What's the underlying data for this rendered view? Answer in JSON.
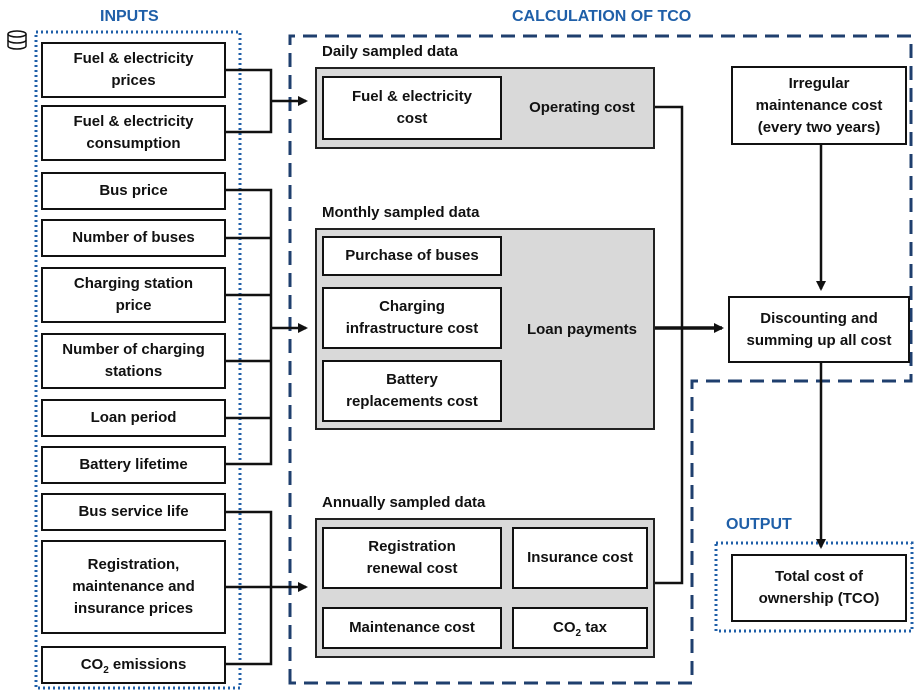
{
  "sections": {
    "inputs": "INPUTS",
    "calculation": "CALCULATION OF TCO",
    "output": "OUTPUT"
  },
  "inputs": [
    "Fuel & electricity\nprices",
    "Fuel & electricity\nconsumption",
    "Bus price",
    "Number of buses",
    "Charging station\nprice",
    "Number of charging\nstations",
    "Loan period",
    "Battery lifetime",
    "Bus service life",
    "Registration,\nmaintenance and\ninsurance prices",
    "CO2 emissions"
  ],
  "inputs_icon": "database-icon",
  "co2_emissions": {
    "pre": "CO",
    "sub": "2",
    "post": " emissions"
  },
  "daily": {
    "title": "Daily sampled data",
    "fuel_cost": "Fuel & electricity\ncost",
    "label": "Operating cost"
  },
  "monthly": {
    "title": "Monthly sampled data",
    "purchase": "Purchase of buses",
    "charging": "Charging\ninfrastructure cost",
    "battery": "Battery\nreplacements cost",
    "label": "Loan payments"
  },
  "annually": {
    "title": "Annually sampled data",
    "registration": "Registration\nrenewal cost",
    "insurance": "Insurance cost",
    "maintenance": "Maintenance cost",
    "co2_tax": {
      "pre": "CO",
      "sub": "2",
      "post": " tax"
    }
  },
  "irregular": "Irregular\nmaintenance cost\n(every two years)",
  "discounting": "Discounting and\nsumming up all cost",
  "total": "Total cost of\nownership (TCO)",
  "colors": {
    "section_title": "#1f5fa8",
    "dashed_border": "#1f3f6e",
    "dotted_border": "#1f5fa8",
    "group_fill": "#d9d9d9"
  }
}
